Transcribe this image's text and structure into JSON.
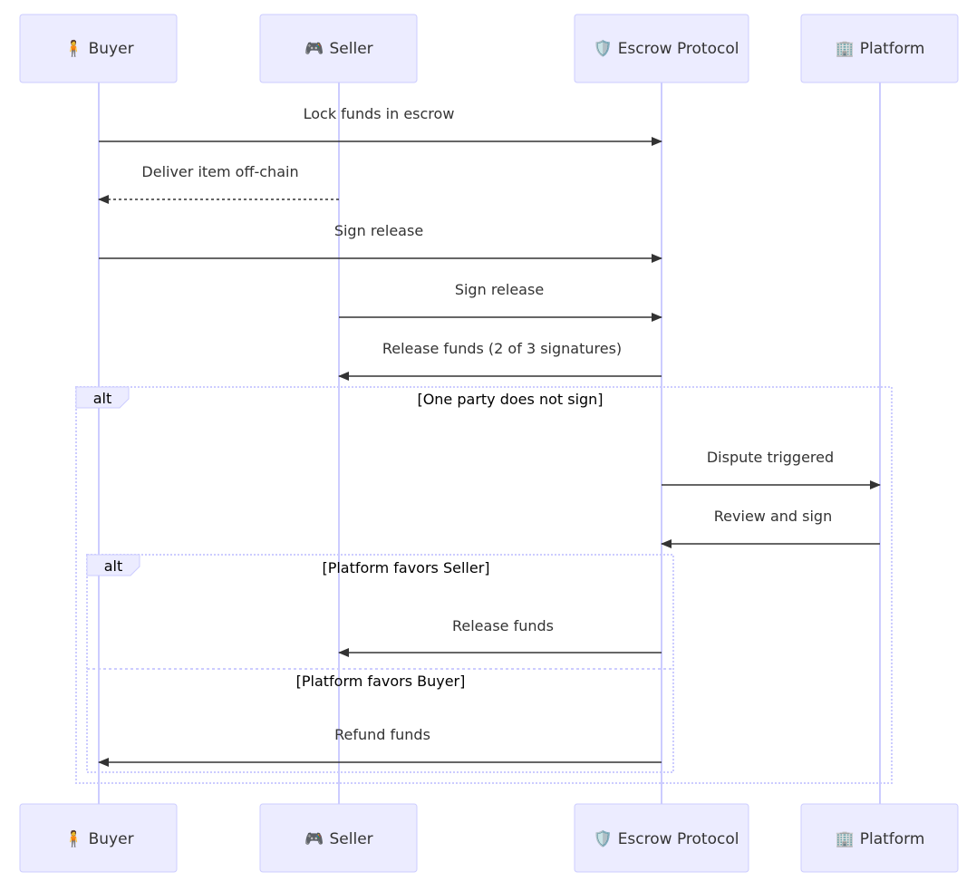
{
  "actors": [
    {
      "id": "buyer",
      "icon": "🧍",
      "label": "Buyer"
    },
    {
      "id": "seller",
      "icon": "🎮",
      "label": "Seller"
    },
    {
      "id": "escrow",
      "icon": "🛡️",
      "label": "Escrow Protocol"
    },
    {
      "id": "platform",
      "icon": "🏢",
      "label": "Platform"
    }
  ],
  "messages": [
    {
      "from": "buyer",
      "to": "escrow",
      "label": "Lock funds in escrow",
      "style": "solid"
    },
    {
      "from": "seller",
      "to": "buyer",
      "label": "Deliver item off-chain",
      "style": "dashed"
    },
    {
      "from": "buyer",
      "to": "escrow",
      "label": "Sign release",
      "style": "solid"
    },
    {
      "from": "seller",
      "to": "escrow",
      "label": "Sign release",
      "style": "solid"
    },
    {
      "from": "escrow",
      "to": "seller",
      "label": "Release funds (2 of 3 signatures)",
      "style": "solid"
    },
    {
      "from": "escrow",
      "to": "platform",
      "label": "Dispute triggered",
      "style": "solid"
    },
    {
      "from": "platform",
      "to": "escrow",
      "label": "Review and sign",
      "style": "solid"
    },
    {
      "from": "escrow",
      "to": "seller",
      "label": "Release funds",
      "style": "solid"
    },
    {
      "from": "escrow",
      "to": "buyer",
      "label": "Refund funds",
      "style": "solid"
    }
  ],
  "frames": {
    "outer": {
      "keyword": "alt",
      "condition": "[One party does not sign]"
    },
    "inner": {
      "keyword": "alt",
      "condition": "[Platform favors Seller]",
      "else_condition": "[Platform favors Buyer]"
    }
  }
}
